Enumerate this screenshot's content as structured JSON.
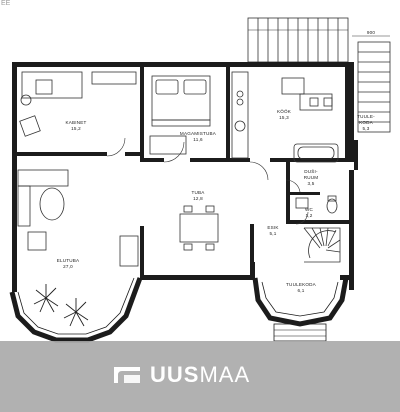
{
  "corner_text": "EE",
  "rooms": {
    "kabinet": {
      "name": "KABINET",
      "area": "15,2"
    },
    "magamistuba": {
      "name": "MAGAMISTUBA",
      "area": "11,6"
    },
    "kook": {
      "name": "KÖÖK",
      "area": "15,3"
    },
    "tuulekoda_top": {
      "name": "TUULE-",
      "name2": "KODA",
      "area": "5,3"
    },
    "tuba": {
      "name": "TUBA",
      "area": "12,8"
    },
    "dusiruum": {
      "name": "DUŠI-",
      "name2": "RUUM",
      "area": "3,5"
    },
    "wc": {
      "name": "WC",
      "area": "1,2"
    },
    "esik": {
      "name": "ESIK",
      "area": "5,1"
    },
    "elutuba": {
      "name": "ELUTUBA",
      "area": "27,0"
    },
    "tuulekoda_bottom": {
      "name": "TUULEKODA",
      "area": "6,1"
    }
  },
  "dimension_label": "900",
  "logo": {
    "text_bold": "UUS",
    "text_light": "MAA",
    "icon": "uusmaa-logo-icon"
  }
}
